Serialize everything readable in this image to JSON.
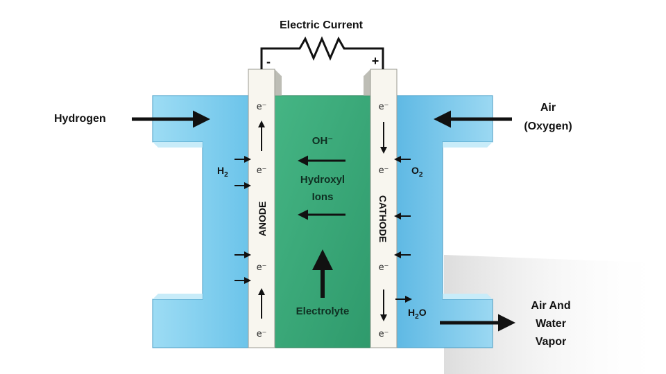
{
  "title": "Electric Current",
  "terminals": {
    "negative": "-",
    "positive": "+"
  },
  "left_input": "Hydrogen",
  "right_input_line1": "Air",
  "right_input_line2": "(Oxygen)",
  "output_line1": "Air And",
  "output_line2": "Water",
  "output_line3": "Vapor",
  "anode_label": "ANODE",
  "cathode_label": "CATHODE",
  "electron": "e⁻",
  "ion_formula": "OH⁻",
  "ion_line1": "Hydroxyl",
  "ion_line2": "Ions",
  "electrolyte_label": "Electrolyte",
  "h2_label": "H",
  "h2_sub": "2",
  "o2_label": "O",
  "o2_sub": "2",
  "h2o_label_a": "H",
  "h2o_sub": "2",
  "h2o_label_b": "O",
  "colors": {
    "gas_chamber": "#8fd3ef",
    "electrolyte": "#3daa7a",
    "electrode": "#f7f5ee",
    "wire": "#111111"
  }
}
